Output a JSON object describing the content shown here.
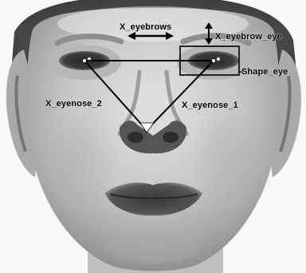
{
  "labels": {
    "eyebrows": "X_eyebrows",
    "eyebrow_eye": "X_eyebrow_eye",
    "shape_eye": "Shape_eye",
    "eyenose_2": "X_eyenose_2",
    "eyenose_1": "X_eyenose_1"
  }
}
